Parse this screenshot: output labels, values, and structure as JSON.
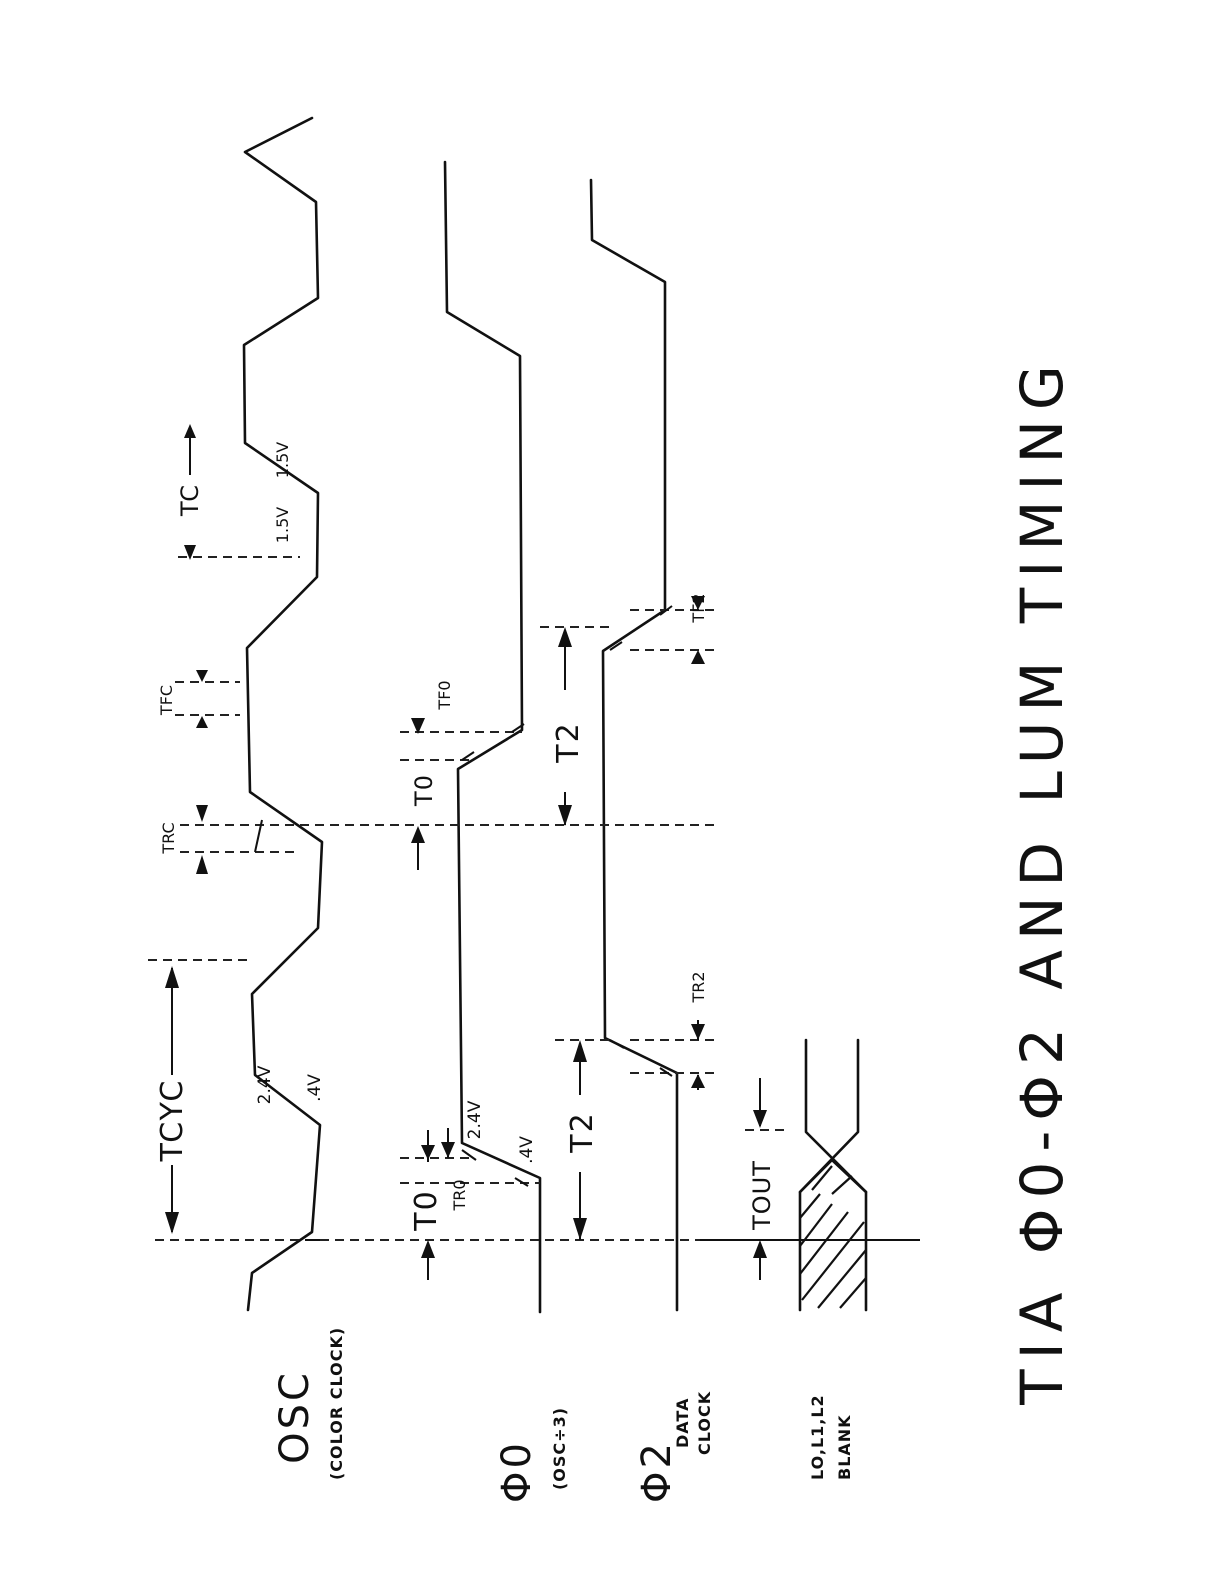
{
  "title": "TIA Φ0-Φ2 AND LUM TIMING",
  "signals": {
    "osc": {
      "name": "OSC",
      "desc": "(COLOR CLOCK)"
    },
    "phi0": {
      "name": "Φ0",
      "desc": "(OSC÷3)"
    },
    "phi2": {
      "name": "Φ2",
      "desc_line1": "DATA",
      "desc_line2": "CLOCK"
    },
    "lum": {
      "name_line1": "LO,L1,L2",
      "name_line2": "BLANK"
    }
  },
  "timing_labels": {
    "tcyc": "TCYC",
    "tc": "TC",
    "trc": "TRC",
    "tfc": "TFC",
    "t0_a": "T0",
    "t0_b": "T0",
    "tr0": "TR0",
    "tf0": "TF0",
    "t2_a": "T2",
    "t2_b": "T2",
    "tr2": "TR2",
    "tf2": "TF2",
    "tout": "TOUT"
  },
  "voltage_labels": {
    "osc_hi": "2.4V",
    "osc_lo": ".4V",
    "phi0_hi": "2.4V",
    "phi0_lo": ".4V",
    "mid_a": "1.5V",
    "mid_b": "1.5V"
  }
}
